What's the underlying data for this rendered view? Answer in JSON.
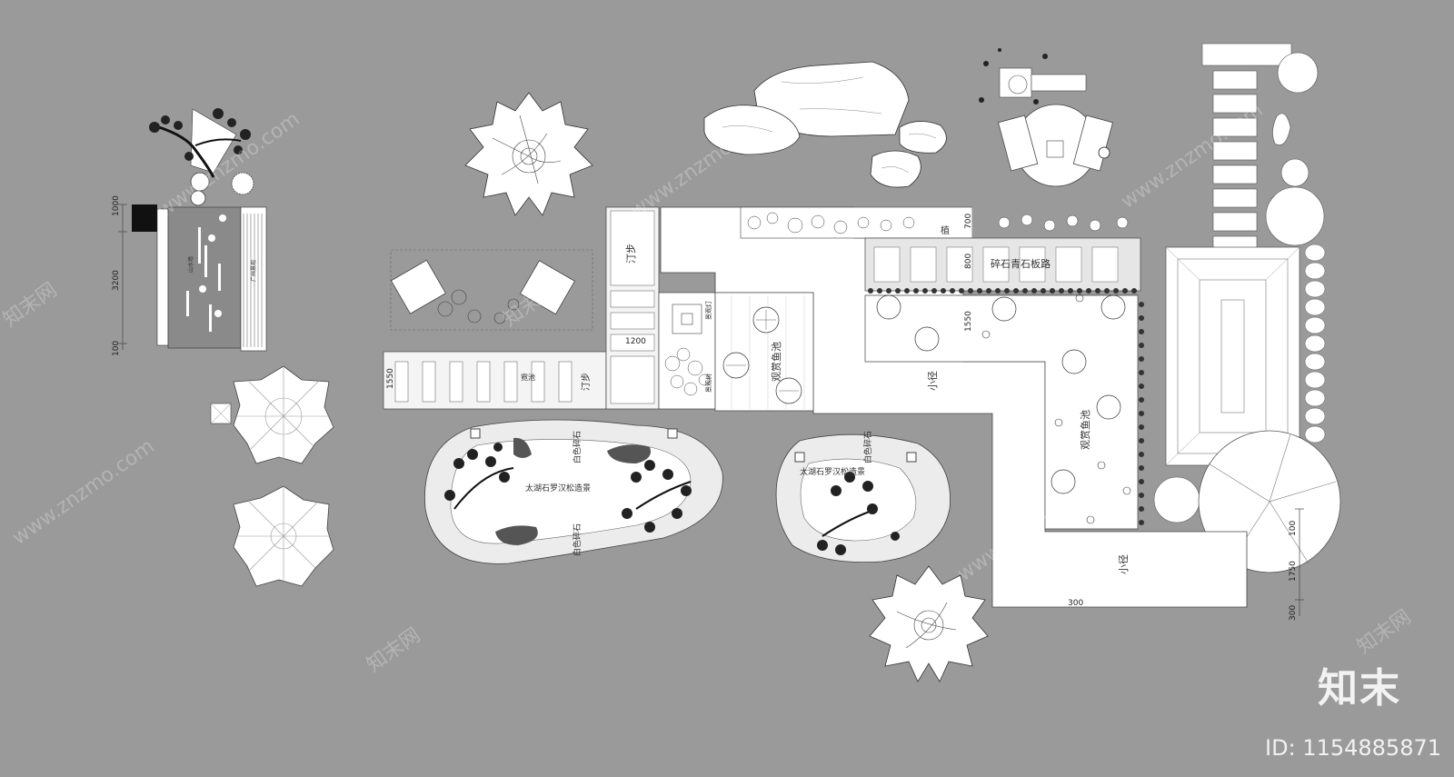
{
  "labels": {
    "tingbu_1": "汀步",
    "tingbu_2": "汀步",
    "yunlang": "霓池",
    "landscape_lamp": "景观灯",
    "landscape_tree": "景观树",
    "fish_pond_1": "观赏鱼池",
    "fish_pond_2": "观赏鱼池",
    "xiaojing_1": "小径",
    "xiaojing_2": "小径",
    "stone_path": "碎石青石板路",
    "lawn_small": "植",
    "taihu_1": "太湖石罗汉松造景",
    "taihu_2": "太湖石罗汉松造景",
    "white_gravel_1": "白色碎石",
    "white_gravel_2": "白色碎石",
    "white_gravel_3": "白色碎石",
    "wall_text_1": "山水墙",
    "wall_text_2": "广州景观"
  },
  "dimensions": {
    "d_1000": "1000",
    "d_3200": "3200",
    "d_100": "100",
    "d_1200": "1200",
    "d_1550a": "1550",
    "d_1550b": "1550",
    "d_700": "700",
    "d_800": "800",
    "d_300": "300",
    "d_1750": "1750",
    "d_100b": "100",
    "d_300b": "300"
  },
  "watermark": {
    "text_url": "www.znzmo.com",
    "text_cn": "知末网"
  },
  "brand": {
    "logo": "知末",
    "id": "ID: 1154885871"
  }
}
